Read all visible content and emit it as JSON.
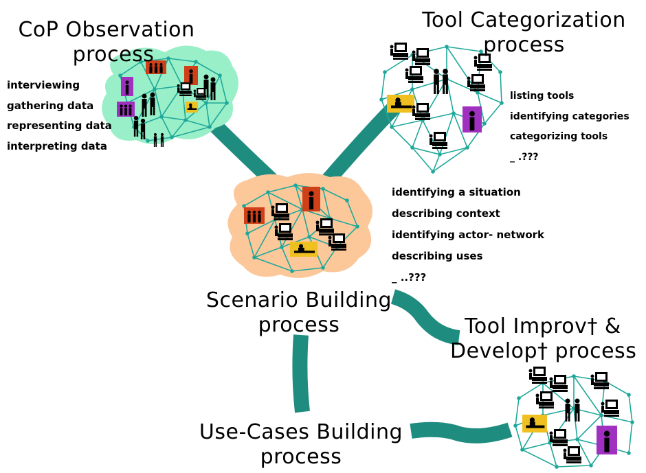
{
  "colors": {
    "connector": "#1f8c80",
    "network_line": "#1fa89a",
    "node": "#1fa89a",
    "cloud_observation": "#99f0c8",
    "cloud_scenario": "#fcc89a",
    "photo_red": "#d04018",
    "photo_purple": "#a030c0",
    "photo_yellow": "#f0c020",
    "figure": "#000000"
  },
  "processes": {
    "cop_observation": {
      "title_line1": "CoP Observation",
      "title_line2": "process",
      "steps": [
        "interviewing",
        "gathering data",
        "representing data",
        "interpreting data"
      ]
    },
    "tool_categorization": {
      "title_line1": "Tool Categorization",
      "title_line2": "process",
      "steps": [
        "listing tools",
        "identifying categories",
        "categorizing tools",
        "_ .???"
      ]
    },
    "scenario_building": {
      "title_line1": "Scenario Building",
      "title_line2": "process",
      "steps": [
        "identifying a situation",
        "describing context",
        "identifying actor- network",
        "describing uses",
        "_ ..???"
      ]
    },
    "tool_improvement": {
      "title_line1": "Tool Improv† &",
      "title_line2": "Develop† process"
    },
    "use_cases_building": {
      "title_line1": "Use-Cases Building",
      "title_line2": "process"
    }
  }
}
